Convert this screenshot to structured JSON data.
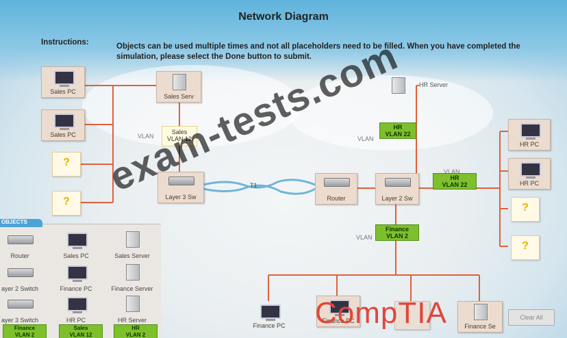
{
  "title": "Network Diagram",
  "instructions": {
    "label": "Instructions:",
    "text": "Objects can be used multiple times and not all placeholders need to be filled. When you have completed the simulation, please select the Done button to submit."
  },
  "diagram": {
    "sales_pc_1": "Sales PC",
    "sales_pc_2": "Sales PC",
    "sales_server": "Sales Serv",
    "layer3_switch": "Layer 3 Sw",
    "router": "Router",
    "layer2_switch": "Layer 2 Sw",
    "hr_server": "HR Server",
    "hr_pc_1": "HR PC",
    "hr_pc_2": "HR PC",
    "finance_pc": "Finance PC",
    "finance_pc_2": "Finance PC",
    "finance_server": "Finance Se",
    "link_label": "T1",
    "vlan_prefix": "VLAN",
    "vlan_sales": {
      "line1": "Sales",
      "line2": "VLAN 12"
    },
    "vlan_hr_server": {
      "line1": "HR",
      "line2": "VLAN 22"
    },
    "vlan_hr_pcs": {
      "line1": "HR",
      "line2": "VLAN 22"
    },
    "vlan_finance": {
      "line1": "Finance",
      "line2": "VLAN 2"
    },
    "placeholder": "?"
  },
  "objects_panel": {
    "tab_label": "OBJECTS",
    "items": [
      "Router",
      "Sales PC",
      "Sales Server",
      "ayer 2 Switch",
      "Finance PC",
      "Finance Server",
      "ayer 3 Switch",
      "HR PC",
      "HR Server"
    ],
    "vlan_tags": [
      {
        "line1": "Finance",
        "line2": "VLAN 2"
      },
      {
        "line1": "Sales",
        "line2": "VLAN 12"
      },
      {
        "line1": "HR",
        "line2": "VLAN 2"
      }
    ]
  },
  "buttons": {
    "clear_all": "Clear All"
  },
  "watermark": "exam-tests.com",
  "logo": "CompTIA",
  "colors": {
    "link_line": "#e0603a",
    "vlan_tag": "#7dc02c",
    "placeholder_glyph": "#e7b400",
    "logo": "#e0463c"
  }
}
